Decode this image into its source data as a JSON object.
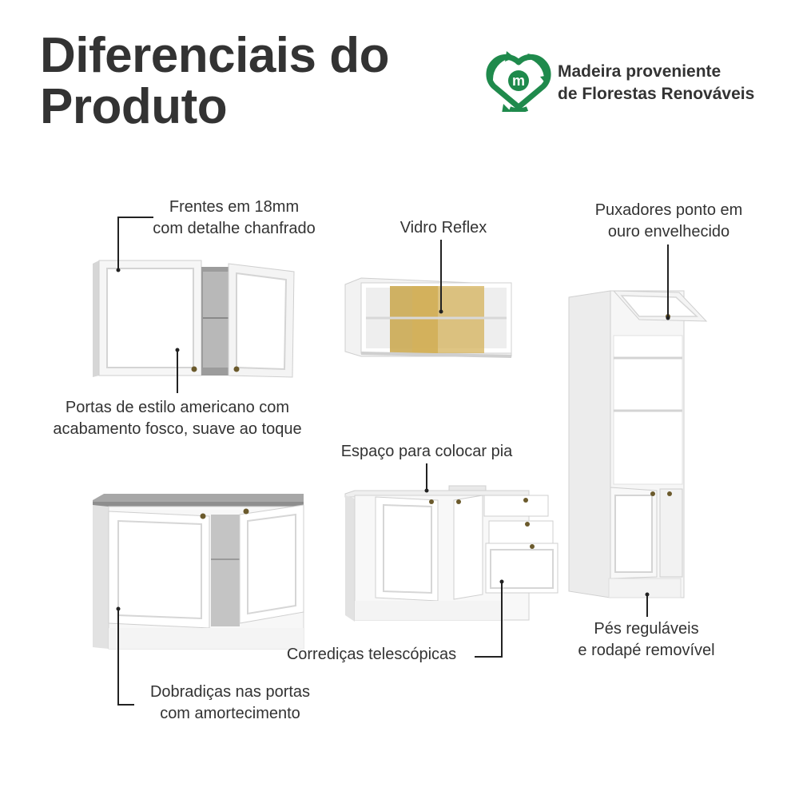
{
  "title": {
    "line1": "Diferenciais do",
    "line2": "Produto"
  },
  "badge": {
    "icon": "recycle-m-icon",
    "line1": "Madeira proveniente",
    "line2": "de Florestas Renováveis",
    "color": "#1f8a4c"
  },
  "features": {
    "fronts": {
      "line1": "Frentes em 18mm",
      "line2": "com detalhe chanfrado"
    },
    "glass": {
      "line1": "Vidro Reflex"
    },
    "handles": {
      "line1": "Puxadores ponto em",
      "line2": "ouro envelhecido"
    },
    "doors": {
      "line1": "Portas de estilo americano com",
      "line2": "acabamento fosco, suave ao toque"
    },
    "sink": {
      "line1": "Espaço para colocar pia"
    },
    "slides": {
      "line1": "Corrediças telescópicas"
    },
    "feet": {
      "line1": "Pés reguláveis",
      "line2": "e rodapé removível"
    },
    "hinges": {
      "line1": "Dobradiças nas portas",
      "line2": "com amortecimento"
    }
  },
  "colors": {
    "text": "#333333",
    "cabinet": "#f4f4f4",
    "glass": "#c9a64a",
    "countertop": "#a7a7a7",
    "accent_green": "#1f8a4c"
  }
}
